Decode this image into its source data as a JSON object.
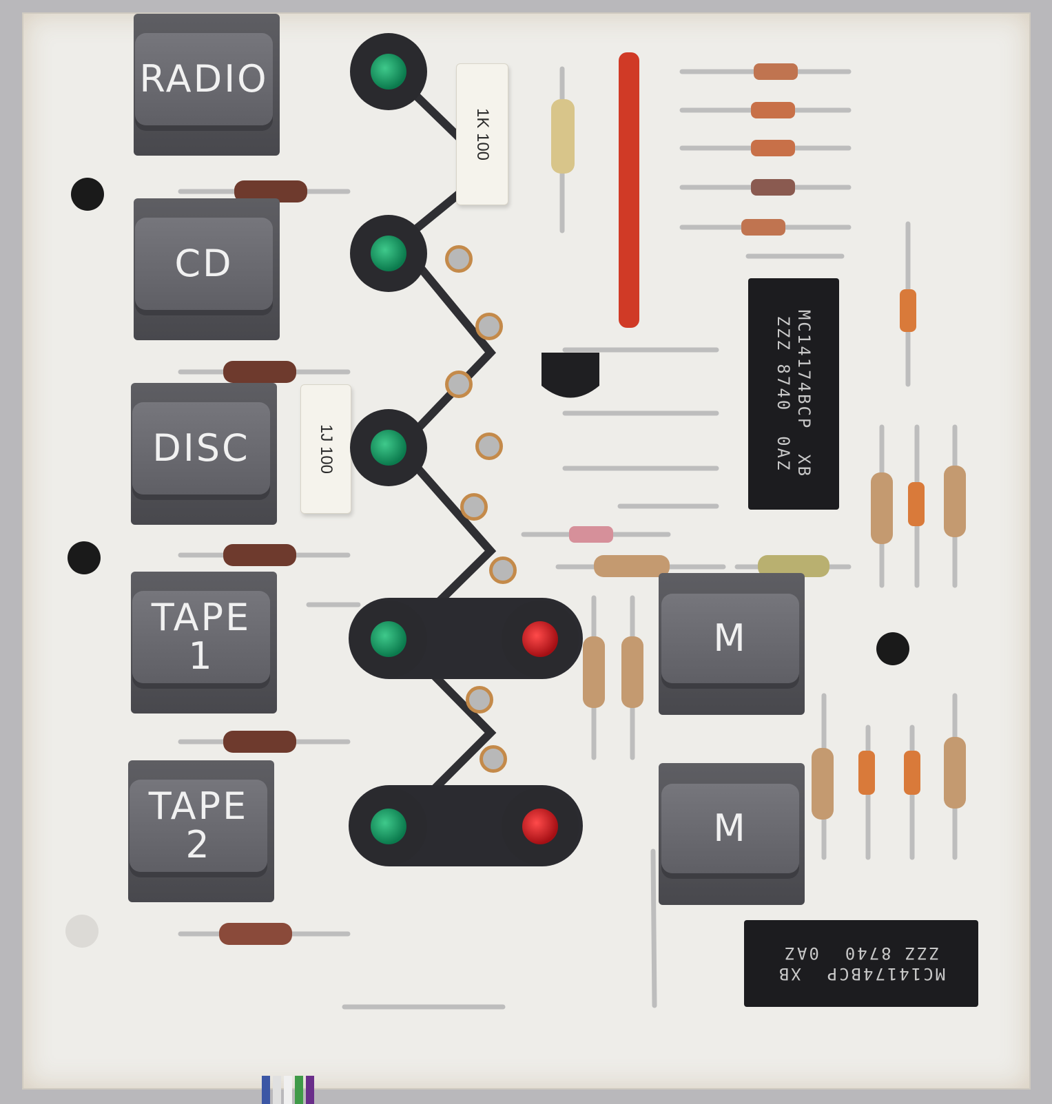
{
  "keys": [
    {
      "label": "RADIO"
    },
    {
      "label": "CD"
    },
    {
      "label": "DISC"
    },
    {
      "label": "TAPE\n1"
    },
    {
      "label": "TAPE\n2"
    },
    {
      "label": "M"
    },
    {
      "label": "M"
    }
  ],
  "chips": {
    "upper": {
      "line1": "MC14174BCP  XB",
      "line2": "ZZZ 8740  0AZ"
    },
    "lower": {
      "line1": "MC14174BCP  XB",
      "line2": "ZZZ 8740  0AZ"
    }
  },
  "power_resistors": {
    "top": "1K 100",
    "middle": "1J 100"
  },
  "colors": {
    "board": "#eeede9",
    "key": "#5f5f65",
    "led_green": "#0b7a4d",
    "led_red": "#a40f14",
    "jumper": "#d03a26"
  }
}
